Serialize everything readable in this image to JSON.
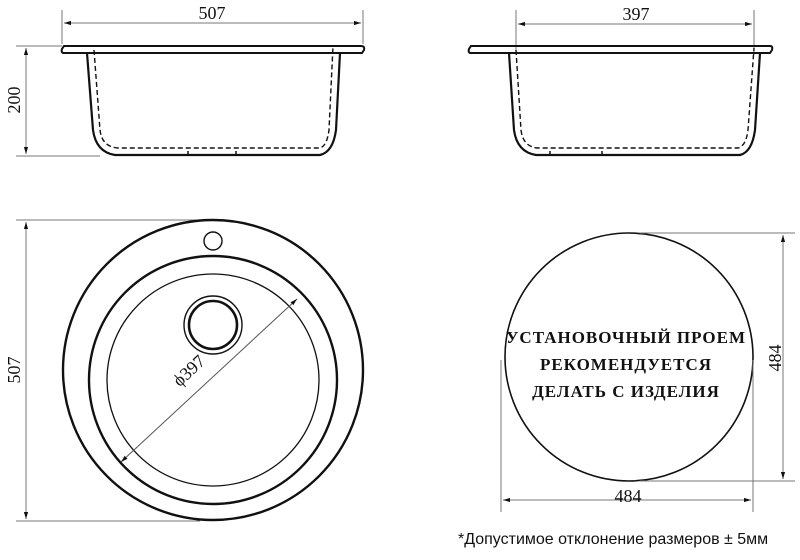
{
  "drawing": {
    "front_view": {
      "width_label": "507",
      "height_label": "200"
    },
    "side_view": {
      "width_label": "397"
    },
    "top_view": {
      "height_label": "507",
      "bowl_diameter_label": "ϕ397"
    },
    "cutout_view": {
      "width_label": "484",
      "height_label": "484",
      "note_lines": [
        "УСТАНОВОЧНЫЙ ПРОЕМ",
        "РЕКОМЕНДУЕТСЯ",
        "ДЕЛАТЬ С ИЗДЕЛИЯ"
      ]
    }
  },
  "footnote": "*Допустимое отклонение размеров ± 5мм",
  "colors": {
    "line": "#111111",
    "dim_line": "#777777",
    "background": "#ffffff"
  }
}
